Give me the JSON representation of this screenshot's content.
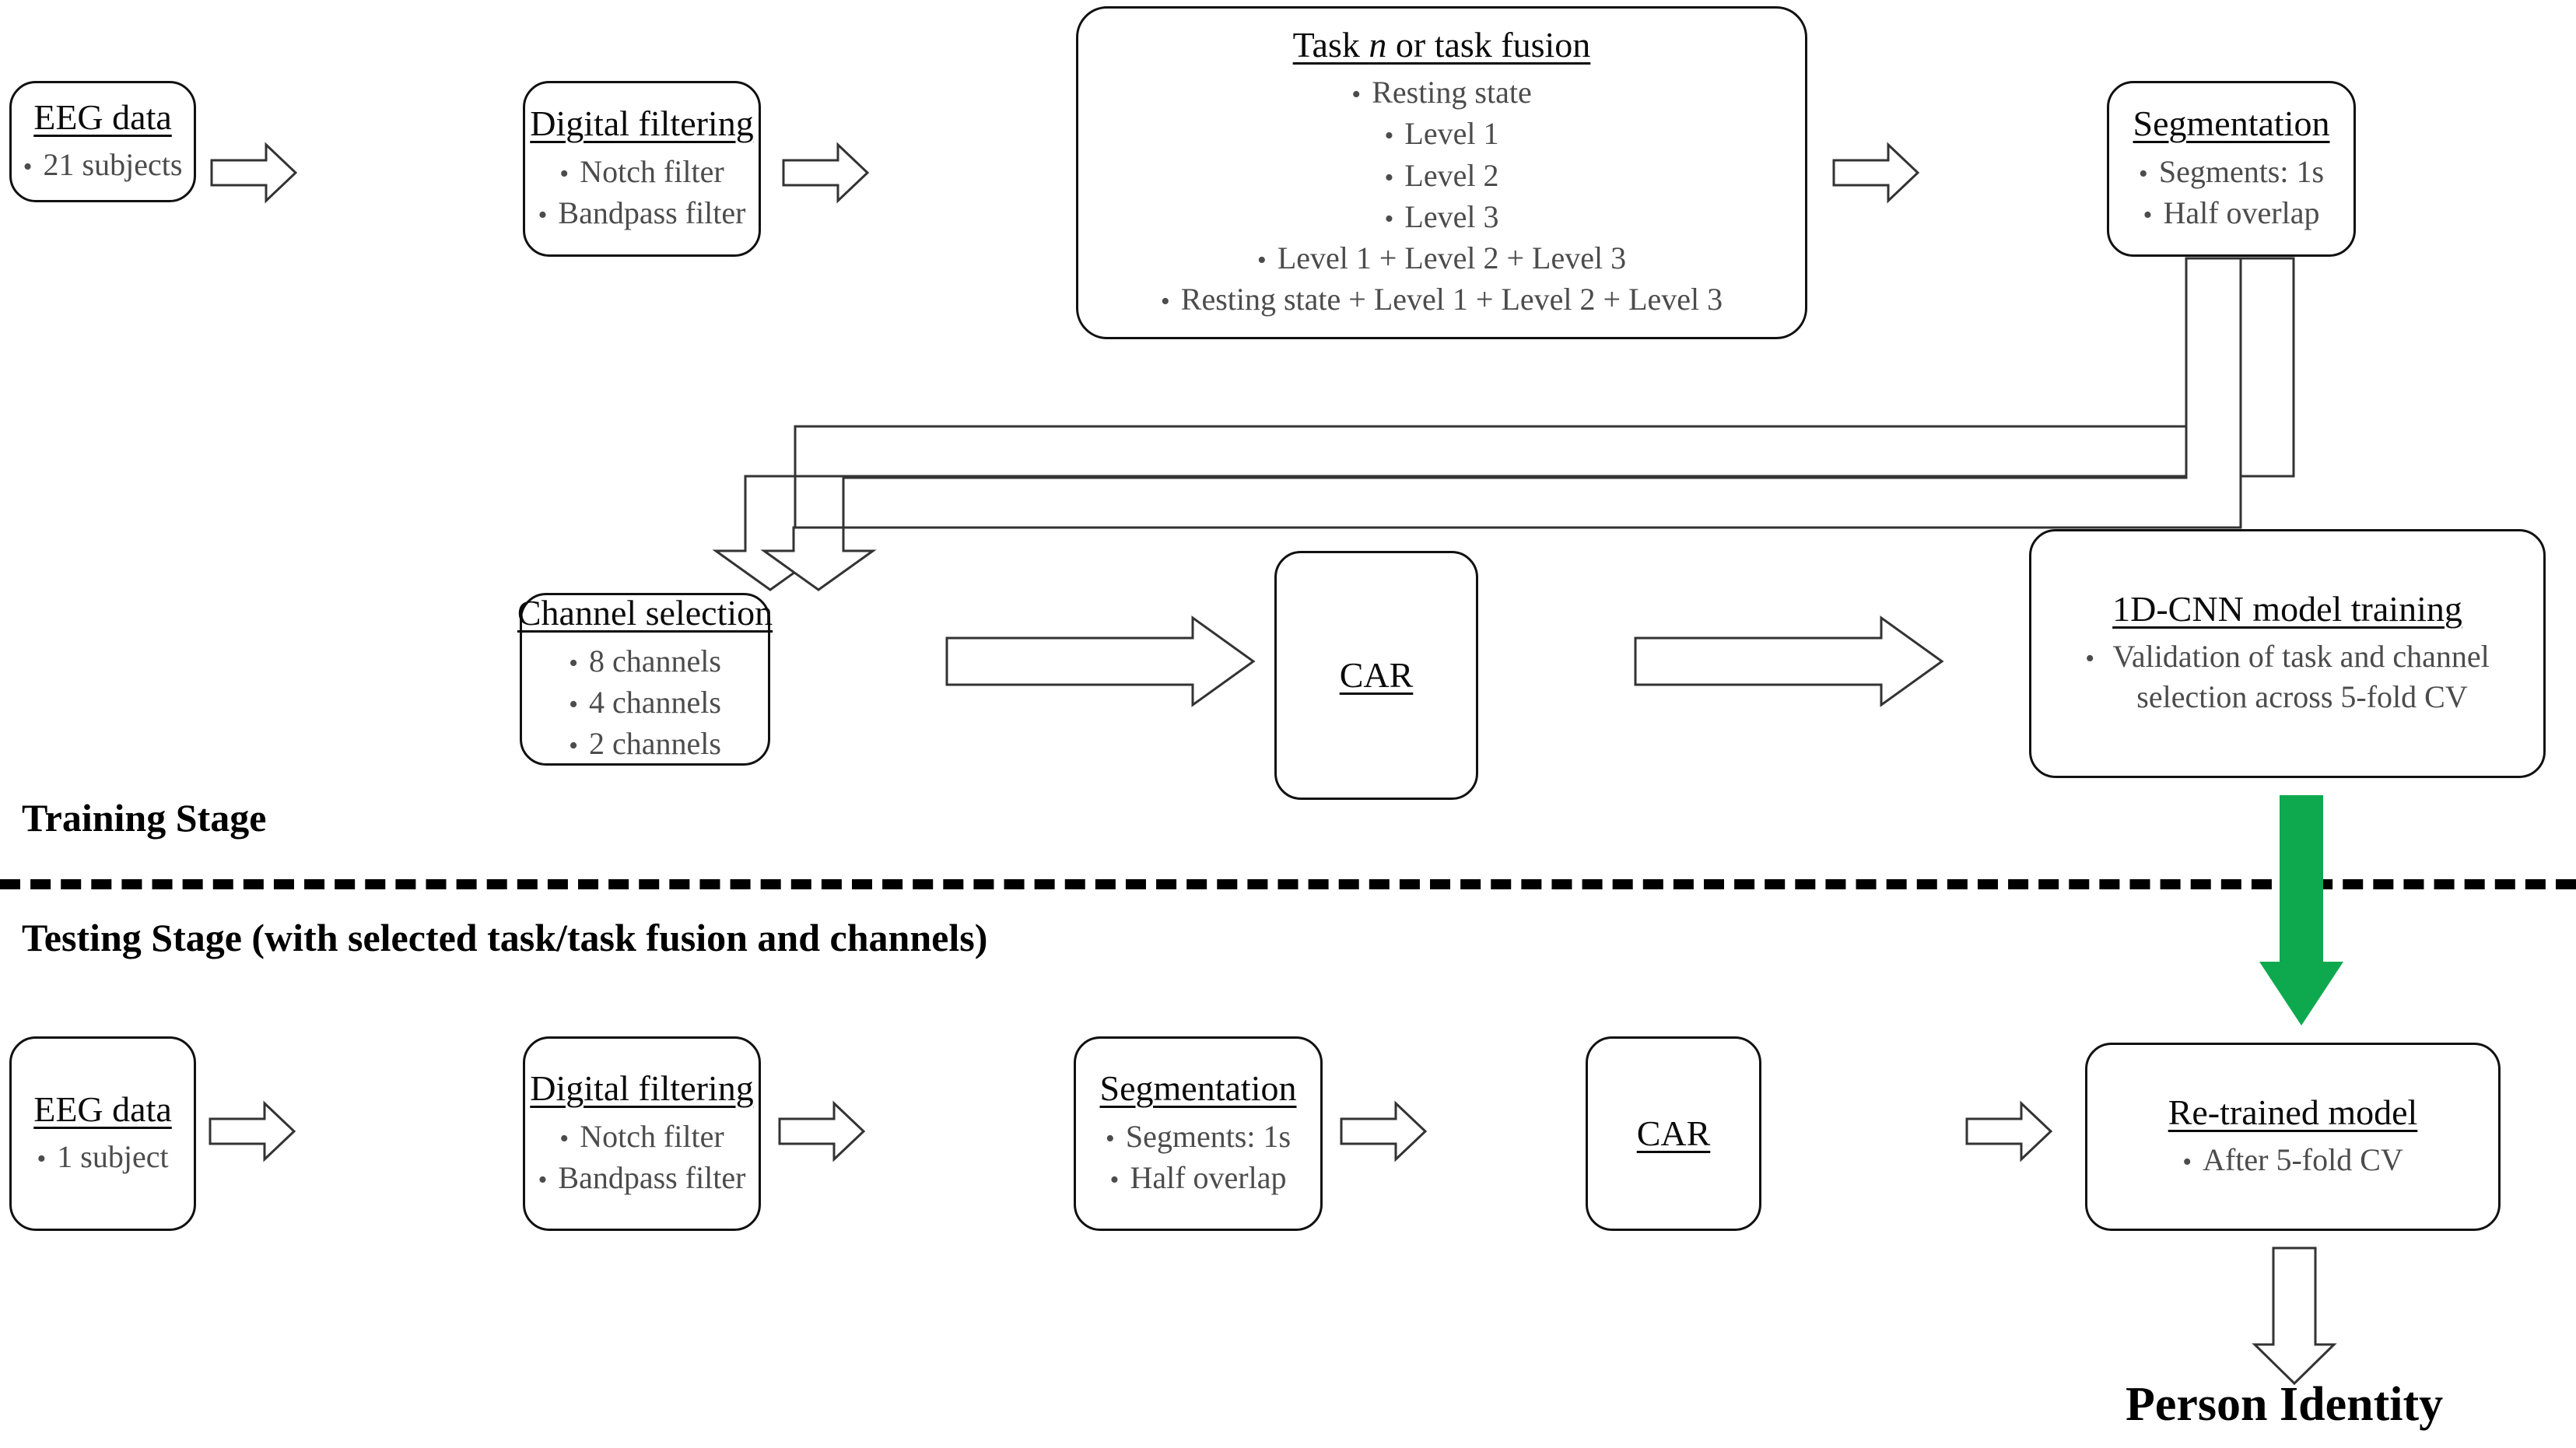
{
  "diagram": {
    "title": "EEG person identification pipeline",
    "accent_green": "#0EA94E",
    "line_color": "#333333",
    "text_color": "#0b0b0b",
    "bullet_color": "#4c4c4c"
  },
  "training_stage": {
    "label": "Training Stage",
    "row1": {
      "eeg_data": {
        "title": "EEG data",
        "bullets": [
          "21 subjects"
        ]
      },
      "digital_filtering": {
        "title": "Digital filtering",
        "bullets": [
          "Notch filter",
          "Bandpass filter"
        ]
      },
      "task_fusion": {
        "title_pre": "Task ",
        "title_italic": "n",
        "title_post": " or task fusion",
        "title_plain": "Task n or task fusion",
        "bullets": [
          "Resting state",
          "Level 1",
          "Level 2",
          "Level 3",
          "Level 1 + Level 2 + Level 3",
          "Resting state + Level 1 + Level 2 + Level 3"
        ]
      },
      "segmentation": {
        "title": "Segmentation",
        "bullets": [
          "Segments: 1s",
          "Half overlap"
        ]
      }
    },
    "row2": {
      "channel_selection": {
        "title": "Channel selection",
        "bullets": [
          "8 channels",
          "4 channels",
          "2 channels"
        ]
      },
      "car": {
        "title": "CAR",
        "bullets": []
      },
      "cnn_training": {
        "title": "1D-CNN model training",
        "bullets_line1": "Validation of task and channel",
        "bullets_line2": "selection across 5-fold CV"
      }
    }
  },
  "testing_stage": {
    "label": "Testing Stage (with selected task/task fusion and channels)",
    "row": {
      "eeg_data": {
        "title": "EEG data",
        "bullets": [
          "1 subject"
        ]
      },
      "digital_filtering": {
        "title": "Digital filtering",
        "bullets": [
          "Notch filter",
          "Bandpass filter"
        ]
      },
      "segmentation": {
        "title": "Segmentation",
        "bullets": [
          "Segments: 1s",
          "Half overlap"
        ]
      },
      "car": {
        "title": "CAR",
        "bullets": []
      },
      "retrained_model": {
        "title": "Re-trained model",
        "bullets": [
          "After 5-fold CV"
        ]
      }
    },
    "outcome": "Person Identity"
  }
}
